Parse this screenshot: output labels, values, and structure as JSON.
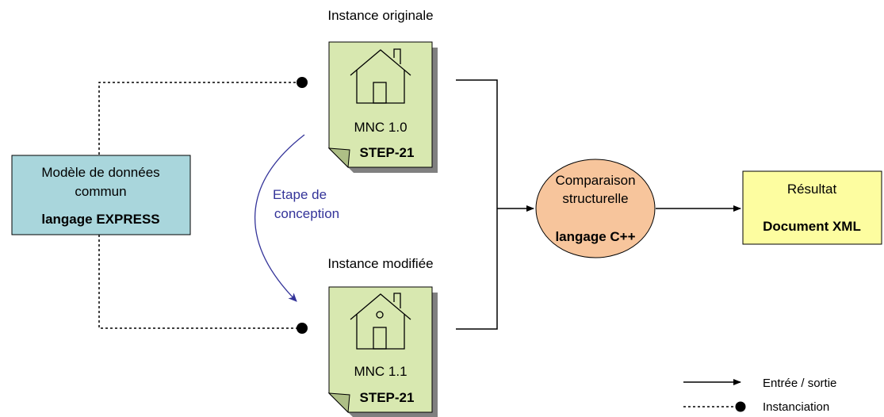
{
  "top_instance": {
    "caption": "Instance originale",
    "version": "MNC 1.0",
    "format": "STEP-21"
  },
  "bottom_instance": {
    "caption": "Instance modifiée",
    "version": "MNC 1.1",
    "format": "STEP-21"
  },
  "model_box": {
    "line1": "Modèle de données",
    "line2": "commun",
    "line3": "langage EXPRESS"
  },
  "design_step": {
    "line1": "Etape de",
    "line2": "conception"
  },
  "comparison": {
    "line1": "Comparaison",
    "line2": "structurelle",
    "line3": "langage C++"
  },
  "result": {
    "line1": "Résultat",
    "line2": "Document XML"
  },
  "legend": {
    "io_label": "Entrée / sortie",
    "instantiation_label": "Instanciation"
  },
  "colors": {
    "document_fill": "#d8e8b0",
    "model_fill": "#a9d6dc",
    "comparison_fill": "#f7c59c",
    "result_fill": "#fdfda0",
    "design_arrow": "#333399",
    "design_text": "#333399"
  }
}
